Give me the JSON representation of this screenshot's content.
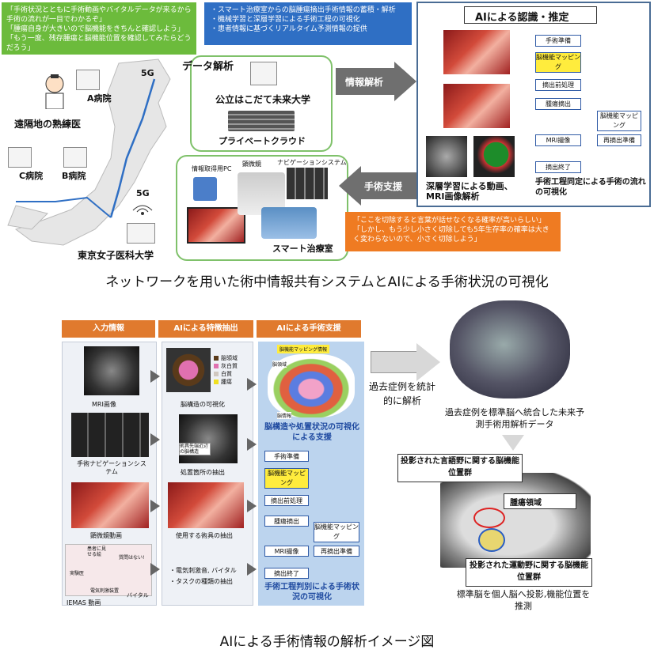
{
  "top": {
    "green_box": [
      "「手術状況とともに手術動画やバイタルデータが来るから手術の流れが一目でわかるぞ」",
      "「腫瘍自身が大きいので脳機能をきちんと確認しよう」",
      "「もう一度、残存腫瘍と脳機能位置を確認してみたらどうだろう」"
    ],
    "blue_box": [
      "・スマート治療室からの脳腫瘍摘出手術情報の蓄積・解析",
      "・機械学習と深層学習による手術工程の可視化",
      "・患者情報に基づくリアルタイム予測情報の提供"
    ],
    "data_analysis": "データ解析",
    "univ_hakodate": "公立はこだて未来大学",
    "private_cloud": "プライベートクラウド",
    "info_analysis_arrow": "情報解析",
    "surgery_support_arrow": "手術支援",
    "hospital_a": "A病院",
    "hospital_b": "B病院",
    "hospital_c": "C病院",
    "remote_doctor": "遠隔地の熟練医",
    "tokyo_womens": "東京女子医科大学",
    "fiveg_1": "5G",
    "fiveg_2": "5G",
    "info_pc": "情報取得用PC",
    "microscope": "顕微鏡",
    "nav_system": "ナビゲーションシステム",
    "smart_room": "スマート治療室",
    "orange_box": [
      "「ここを切除すると言葉が話せなくなる確率が高いらしい」",
      "「しかし、もう少し小さく切除しても5年生存率の確率は大きく変わらないので、小さく切除しよう」"
    ],
    "ai_title": "AIによる認識・推定",
    "flow": [
      "手術準備",
      "脳機能マッピング",
      "摘出前処理",
      "腫瘍摘出",
      "脳機能マッピング",
      "MRI撮像",
      "再摘出準備",
      "摘出終了"
    ],
    "deep_learning_caption": "深層学習による動画、MRI画像解析",
    "flow_caption": "手術工程同定による手術の流れの可視化",
    "caption_top": "ネットワークを用いた術中情報共有システムとAIによる手術状況の可視化"
  },
  "bottom": {
    "headers": [
      "入力情報",
      "AIによる特徴抽出",
      "AIによる手術支援"
    ],
    "inputs": [
      "MRI画像",
      "手術ナビゲーションシステム",
      "顕微鏡動画",
      "IEMAS 動画"
    ],
    "iemas_labels": [
      "患者に見せる絵",
      "実験医",
      "電気刺激装置",
      "バイタル",
      "質問はない!"
    ],
    "legend": [
      "脳領域",
      "灰白質",
      "白質",
      "腫瘍"
    ],
    "legend_colors": [
      "#5a3a1a",
      "#e070b0",
      "#d0c8c0",
      "#f0e020"
    ],
    "features": [
      "脳構造の可視化",
      "処置箇所の抽出",
      "使用する術具の抽出"
    ],
    "tool_note": "術具先端近辺の脳構造",
    "feature_bullets": [
      "・電気刺激音, バイタル",
      "・タスクの種類の抽出"
    ],
    "mapping_info": "脳機能マッピング情報",
    "brain_region": "脳領域",
    "brain_info": "脳情報",
    "support1": "脳構造や処置状況の可視化による支援",
    "flow": [
      "手術準備",
      "脳機能マッピング",
      "摘出前処理",
      "腫瘍摘出",
      "脳機能マッピング",
      "MRI撮像",
      "再摘出準備",
      "摘出終了"
    ],
    "support2": "手術工程判別による手術状況の可視化",
    "past_cases": "過去症例を統計的に解析",
    "standard_brain": "過去症例を標準脳へ統合した未来予測手術用解析データ",
    "language_area": "投影された言語野に関する脳機能位置群",
    "tumor_area": "腫瘍領域",
    "motor_area": "投影された運動野に関する脳機能位置群",
    "projection": "標準脳を個人脳へ投影,機能位置を推測",
    "caption_bottom": "AIによる手術情報の解析イメージ図"
  }
}
